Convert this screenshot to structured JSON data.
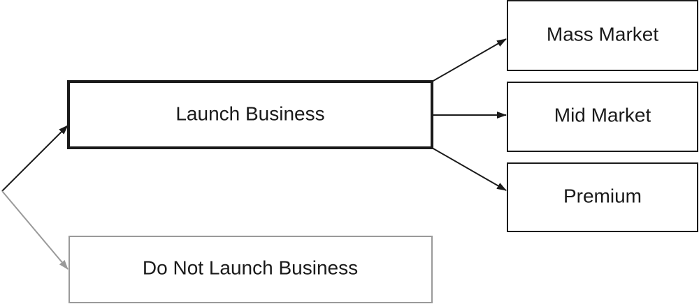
{
  "diagram": {
    "nodes": {
      "launch": {
        "label": "Launch Business",
        "emphasis": "bold-border"
      },
      "no_launch": {
        "label": "Do Not Launch Business",
        "emphasis": "gray-border"
      },
      "mass_market": {
        "label": "Mass Market"
      },
      "mid_market": {
        "label": "Mid Market"
      },
      "premium": {
        "label": "Premium"
      }
    },
    "edges": [
      {
        "from": "root",
        "to": "launch",
        "style": "dark"
      },
      {
        "from": "root",
        "to": "no_launch",
        "style": "gray"
      },
      {
        "from": "launch",
        "to": "mass_market",
        "style": "dark"
      },
      {
        "from": "launch",
        "to": "mid_market",
        "style": "dark"
      },
      {
        "from": "launch",
        "to": "premium",
        "style": "dark"
      }
    ],
    "colors": {
      "dark_stroke": "#1a1a1a",
      "gray_stroke": "#9a9a9a",
      "text": "#1a1a1a"
    }
  }
}
